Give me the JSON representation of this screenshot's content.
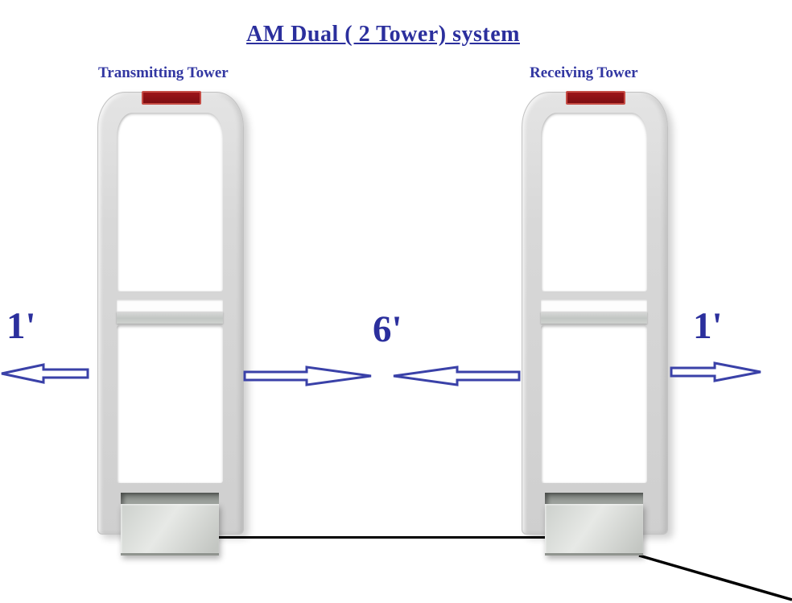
{
  "title": "AM Dual ( 2 Tower) system",
  "towers": {
    "transmitting": {
      "label": "Transmitting Tower"
    },
    "receiving": {
      "label": "Receiving Tower"
    }
  },
  "measurements": {
    "left_offset": "1'",
    "tower_gap": "6'",
    "right_offset": "1'"
  },
  "icons": {
    "alarm_light": "alarm-light-icon",
    "left_outer_arrow": "arrow-left-icon",
    "center_left_arrow": "arrow-right-icon",
    "center_right_arrow": "arrow-left-icon",
    "right_outer_arrow": "arrow-right-icon"
  },
  "colors": {
    "title_blue": "#2b2f9d",
    "label_blue": "#3237a2",
    "arrow_blue": "#3a41a8",
    "alarm_red": "#8b1216",
    "frame_gray": "#d5d5d5",
    "base_silver": "#d6d9d5",
    "cable_black": "#000000",
    "background": "#ffffff"
  }
}
